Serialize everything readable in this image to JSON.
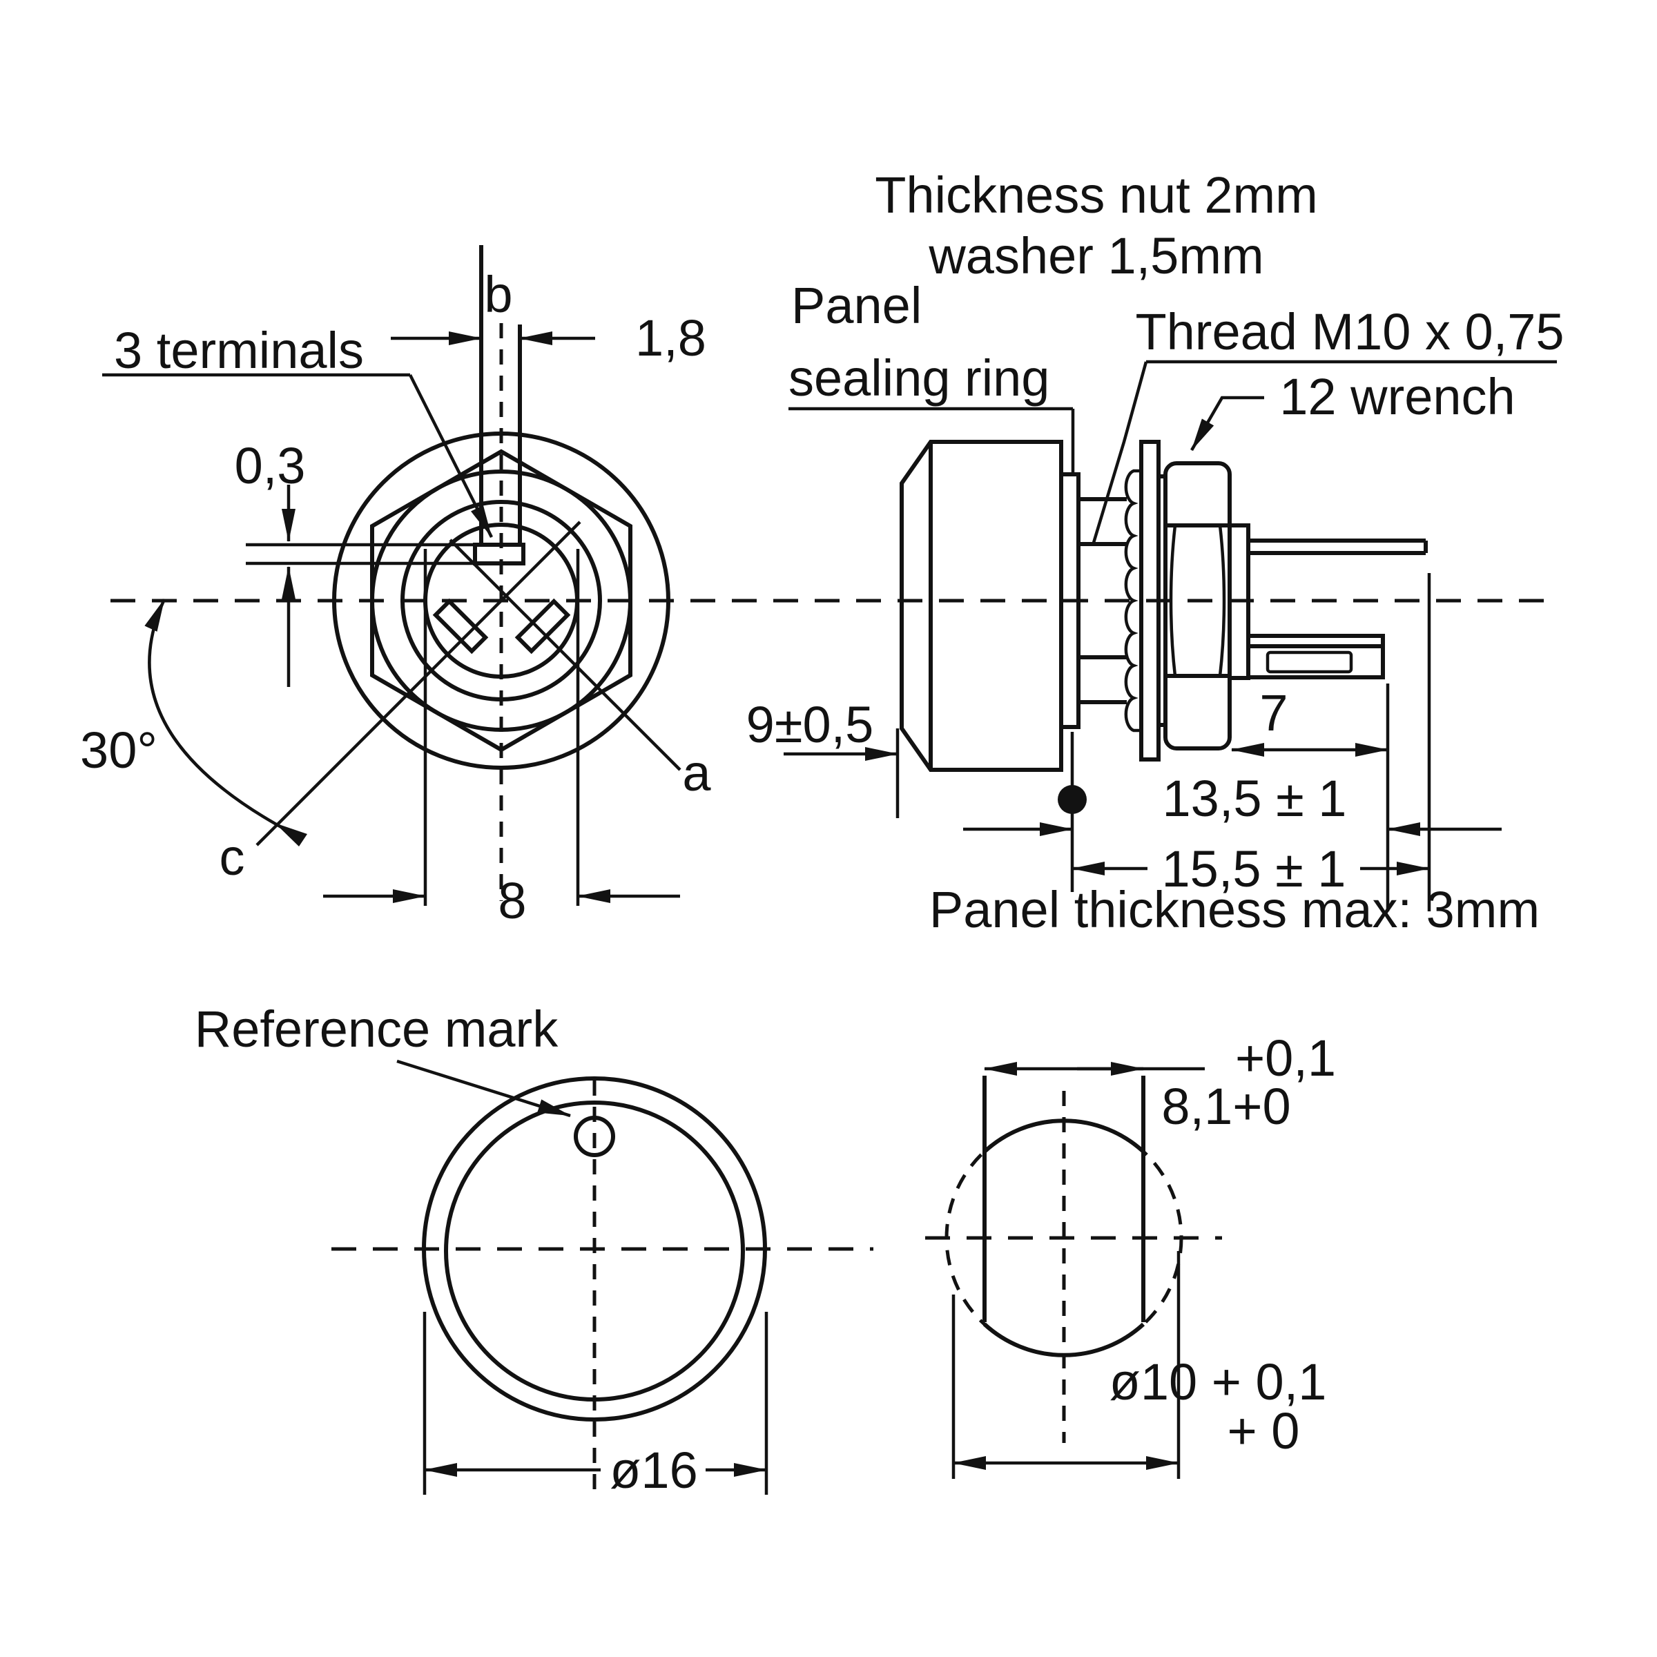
{
  "meta": {
    "type": "technical-drawing",
    "line_color": "#121212",
    "background_color": "#ffffff"
  },
  "front_view": {
    "label_b": "b",
    "dim_slot_width": "1,8",
    "label_terminals": "3 terminals",
    "dim_offset": "0,3",
    "dim_angle": "30°",
    "label_a": "a",
    "label_c": "c",
    "dim_flat_width": "8"
  },
  "side_view": {
    "note_nut": "Thickness nut 2mm",
    "note_washer": "washer 1,5mm",
    "label_panel_line1": "Panel",
    "label_panel_line2": "sealing ring",
    "label_thread": "Thread M10 x 0,75",
    "label_wrench": "12 wrench",
    "dim_body_depth": "9±0,5",
    "dim_bush_length": "7",
    "dim_terminal_length": "13,5 ± 1",
    "dim_shaft_length": "15,5 ± 1",
    "note_panel_thickness": "Panel thickness max: 3mm"
  },
  "knob_view": {
    "label_reference": "Reference mark",
    "dim_diameter": "ø16"
  },
  "cutout_view": {
    "dim_width_tol_upper": "+0,1",
    "dim_width": "8,1+0",
    "dim_hole": "ø10 + 0,1",
    "dim_hole_tol": "+ 0"
  }
}
